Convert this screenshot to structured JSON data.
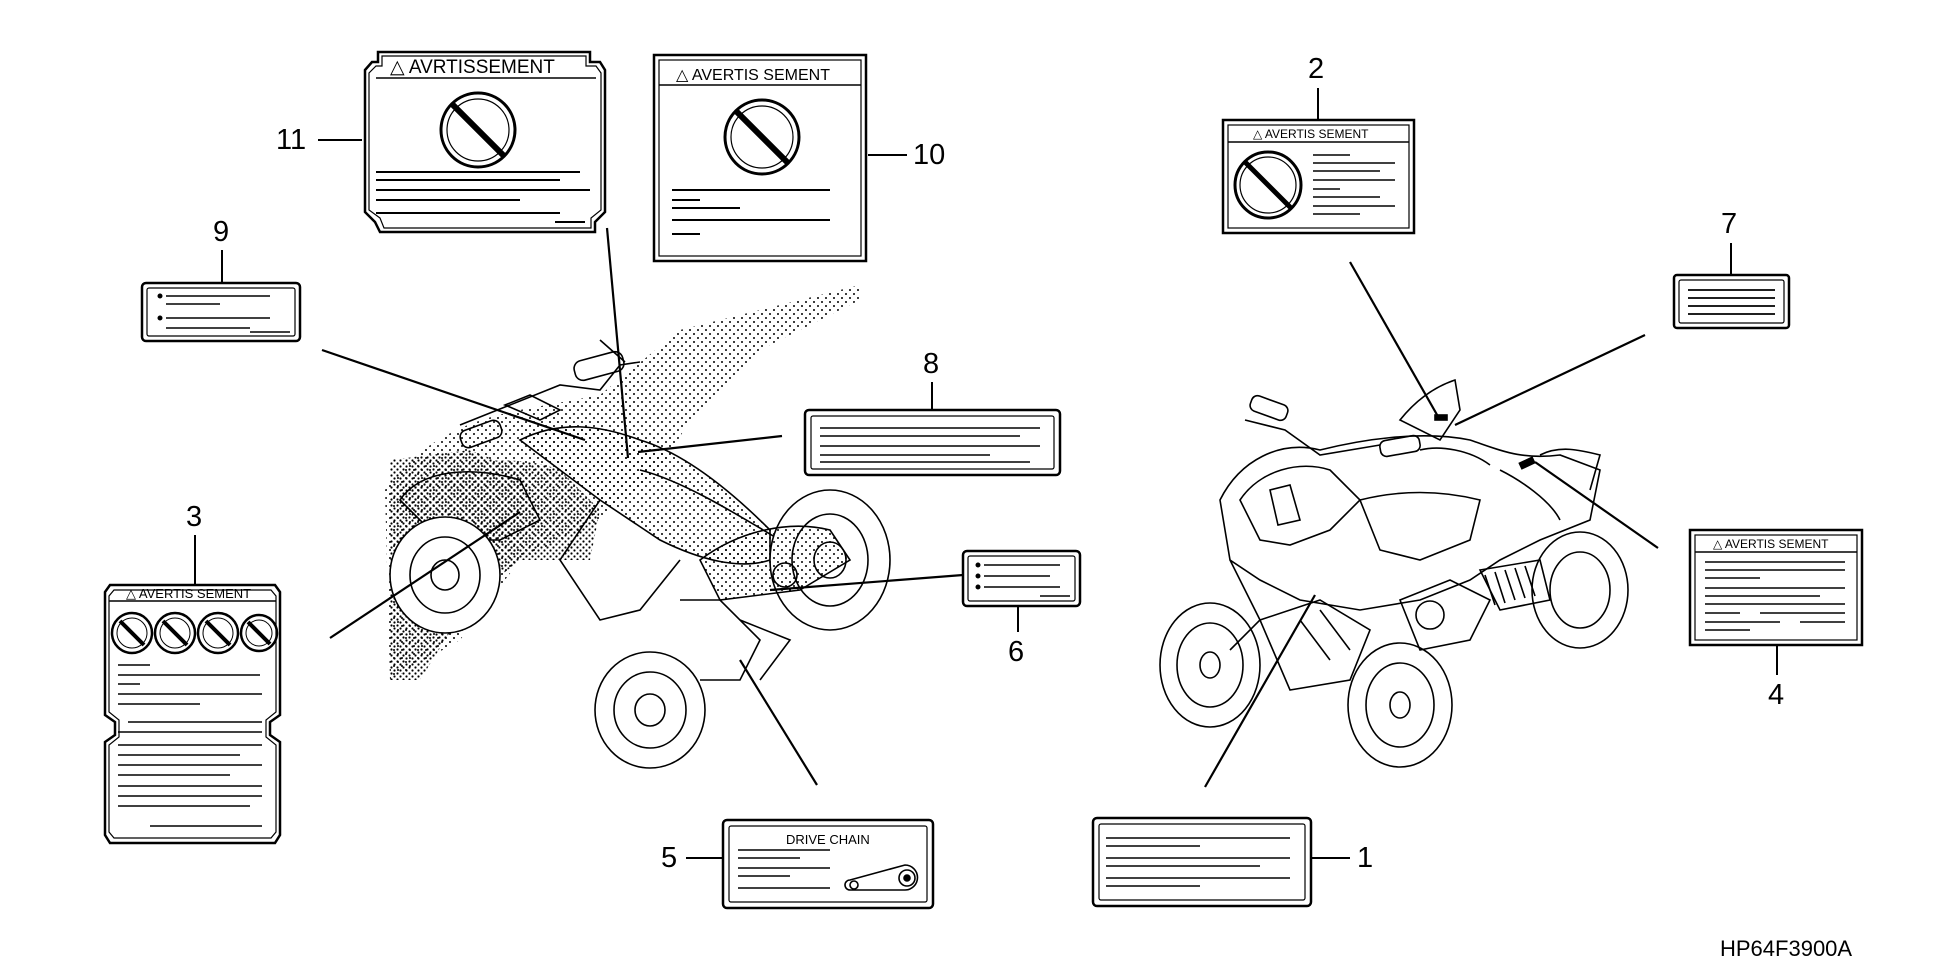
{
  "callouts": {
    "n1": "1",
    "n2": "2",
    "n3": "3",
    "n4": "4",
    "n5": "5",
    "n6": "6",
    "n7": "7",
    "n8": "8",
    "n9": "9",
    "n10": "10",
    "n11": "11"
  },
  "labels": {
    "avrtissement": "△ AVRTISSEMENT",
    "avertis_10": "△ AVERTIS SEMENT",
    "avertis_2": "△ AVERTIS SEMENT",
    "avertis_3": "△ AVERTIS SEMENT",
    "avertis_4": "△ AVERTIS SEMENT",
    "drive_chain": "DRIVE CHAIN"
  },
  "diagram_code": "HP64F3900A"
}
